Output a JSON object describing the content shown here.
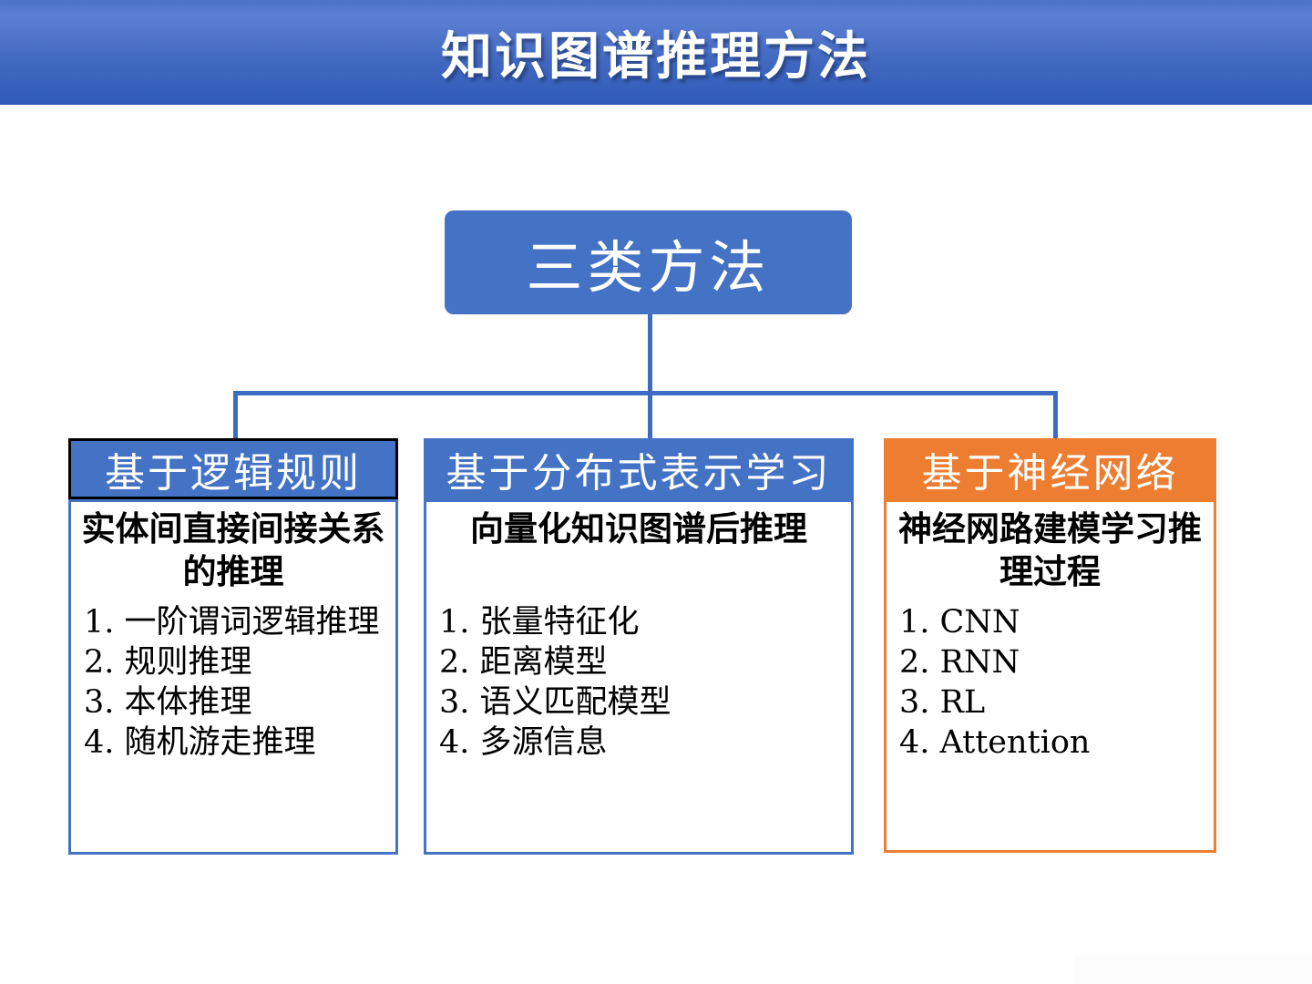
{
  "banner": {
    "title": "知识图谱推理方法"
  },
  "tree": {
    "root": "三类方法",
    "columns": [
      {
        "header": "基于逻辑规则",
        "subtitle": "实体间直接间接关系的推理",
        "items": [
          "1. 一阶谓词逻辑推理",
          "2. 规则推理",
          "3. 本体推理",
          "4. 随机游走推理"
        ]
      },
      {
        "header": "基于分布式表示学习",
        "subtitle": "向量化知识图谱后推理",
        "items": [
          "1. 张量特征化",
          "2. 距离模型",
          "3. 语义匹配模型",
          "4. 多源信息"
        ]
      },
      {
        "header": "基于神经网络",
        "subtitle": "神经网路建模学习推理过程",
        "items": [
          "1. CNN",
          "2. RNN",
          "3. RL",
          "4. Attention"
        ]
      }
    ]
  },
  "colors": {
    "blue": "#4472C4",
    "orange": "#ED7D31",
    "connector": "#3E6BC2",
    "banner_gradient_top": "#5C80D3",
    "banner_gradient_bottom": "#2F5BB5",
    "header_text": "#FFFFFF",
    "body_text": "#000000"
  }
}
